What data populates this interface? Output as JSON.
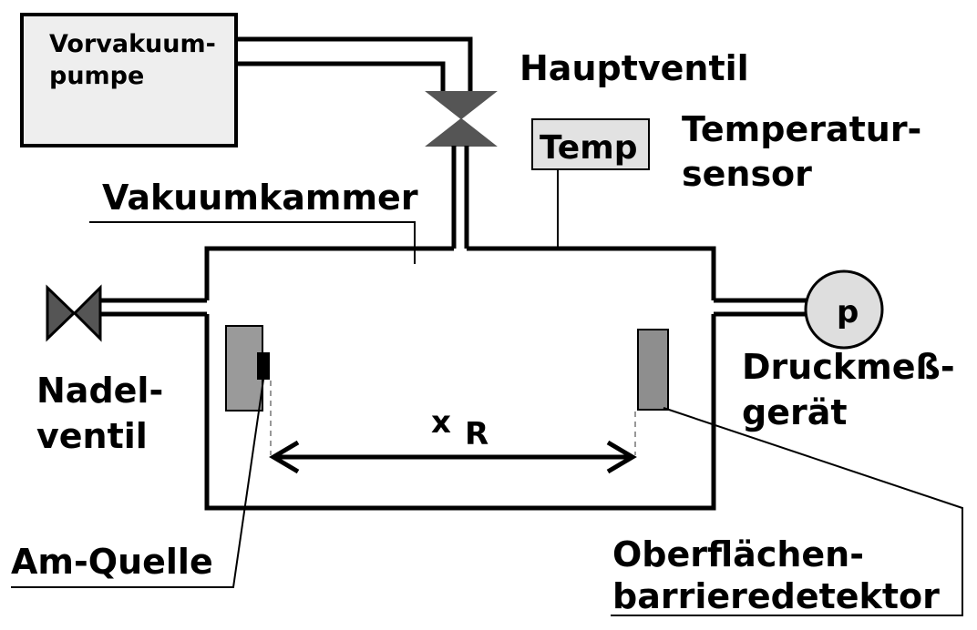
{
  "labels": {
    "pump_line1": "Vorvakuum-",
    "pump_line2": "pumpe",
    "main_valve": "Hauptventil",
    "temp_box": "Temp",
    "temp_sensor_line1": "Temperatur-",
    "temp_sensor_line2": "sensor",
    "chamber": "Vakuumkammer",
    "needle_valve_line1": "Nadel-",
    "needle_valve_line2": "ventil",
    "gauge_symbol": "p",
    "gauge_line1": "Druckmeß-",
    "gauge_line2": "gerät",
    "distance_x": "x",
    "distance_r": "R",
    "source": "Am-Quelle",
    "detector_line1": "Oberflächen-",
    "detector_line2": "barrieredetektor"
  },
  "colors": {
    "valve": "#555555",
    "component_gray": "#9a9a9a",
    "temp_fill": "#e2e2e2",
    "gauge_fill": "#dedede",
    "source_tip": "#000000"
  }
}
